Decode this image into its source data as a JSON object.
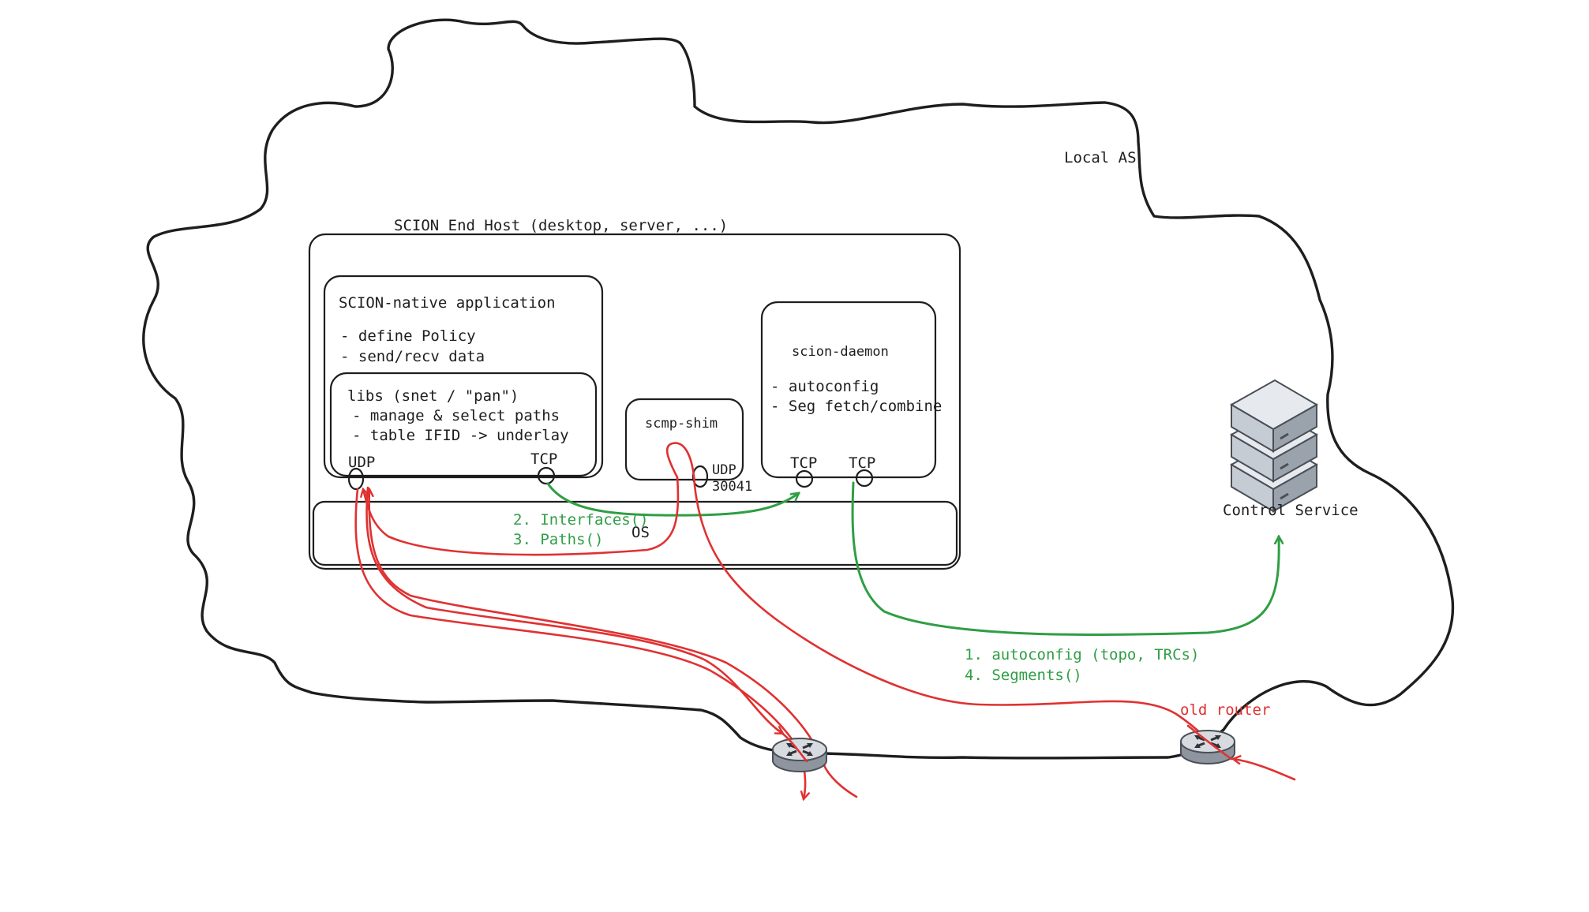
{
  "local_as": {
    "label": "Local AS"
  },
  "end_host": {
    "title": "SCION End Host (desktop, server, ...)",
    "application": {
      "title": "SCION-native application",
      "bullets": [
        "- define Policy",
        "- send/recv data"
      ]
    },
    "libs": {
      "title": "libs (snet / \"pan\")",
      "bullets": [
        "- manage & select paths",
        "- table IFID -> underlay"
      ],
      "ports": {
        "udp": "UDP",
        "tcp": "TCP"
      }
    },
    "scmp_shim": {
      "title": "scmp-shim",
      "port_label": "UDP",
      "port_number": "30041"
    },
    "daemon": {
      "title": "scion-daemon",
      "bullets": [
        "- autoconfig",
        "- Seg fetch/combine"
      ],
      "ports": [
        "TCP",
        "TCP"
      ]
    },
    "os": {
      "label": "OS"
    }
  },
  "control_service": {
    "label": "Control Service",
    "icon": "server-stack-icon"
  },
  "routers": [
    {
      "label": "",
      "icon": "router-icon"
    },
    {
      "label": "old router",
      "icon": "router-icon"
    }
  ],
  "flows": {
    "daemon_calls": [
      "2. Interfaces()",
      "3. Paths()"
    ],
    "control_calls": [
      "1. autoconfig (topo, TRCs)",
      "4. Segments()"
    ]
  },
  "colors": {
    "control_flow": "#2f9e44",
    "data_flow": "#e03131",
    "ink": "#1e1e1e",
    "device_fill": "#d7dbe0",
    "device_dark": "#4a4f57"
  }
}
